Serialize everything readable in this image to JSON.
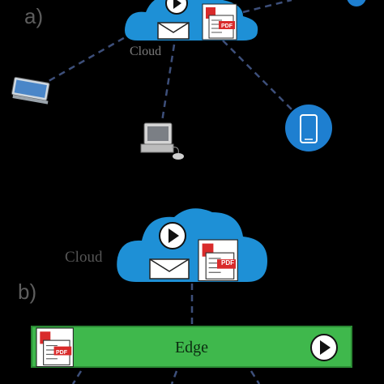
{
  "panel_a": {
    "label": "a)"
  },
  "panel_b": {
    "label": "b)"
  },
  "cloud_top": {
    "label": "Cloud"
  },
  "cloud_bottom": {
    "label": "Cloud"
  },
  "edge": {
    "label": "Edge"
  },
  "icons": {
    "pdf_badge": "PDF",
    "colors": {
      "cloud": "#1e90d6",
      "edge": "#3fb84c",
      "phone_circle": "#1e7fd0",
      "links": "#3d4f7a"
    }
  }
}
